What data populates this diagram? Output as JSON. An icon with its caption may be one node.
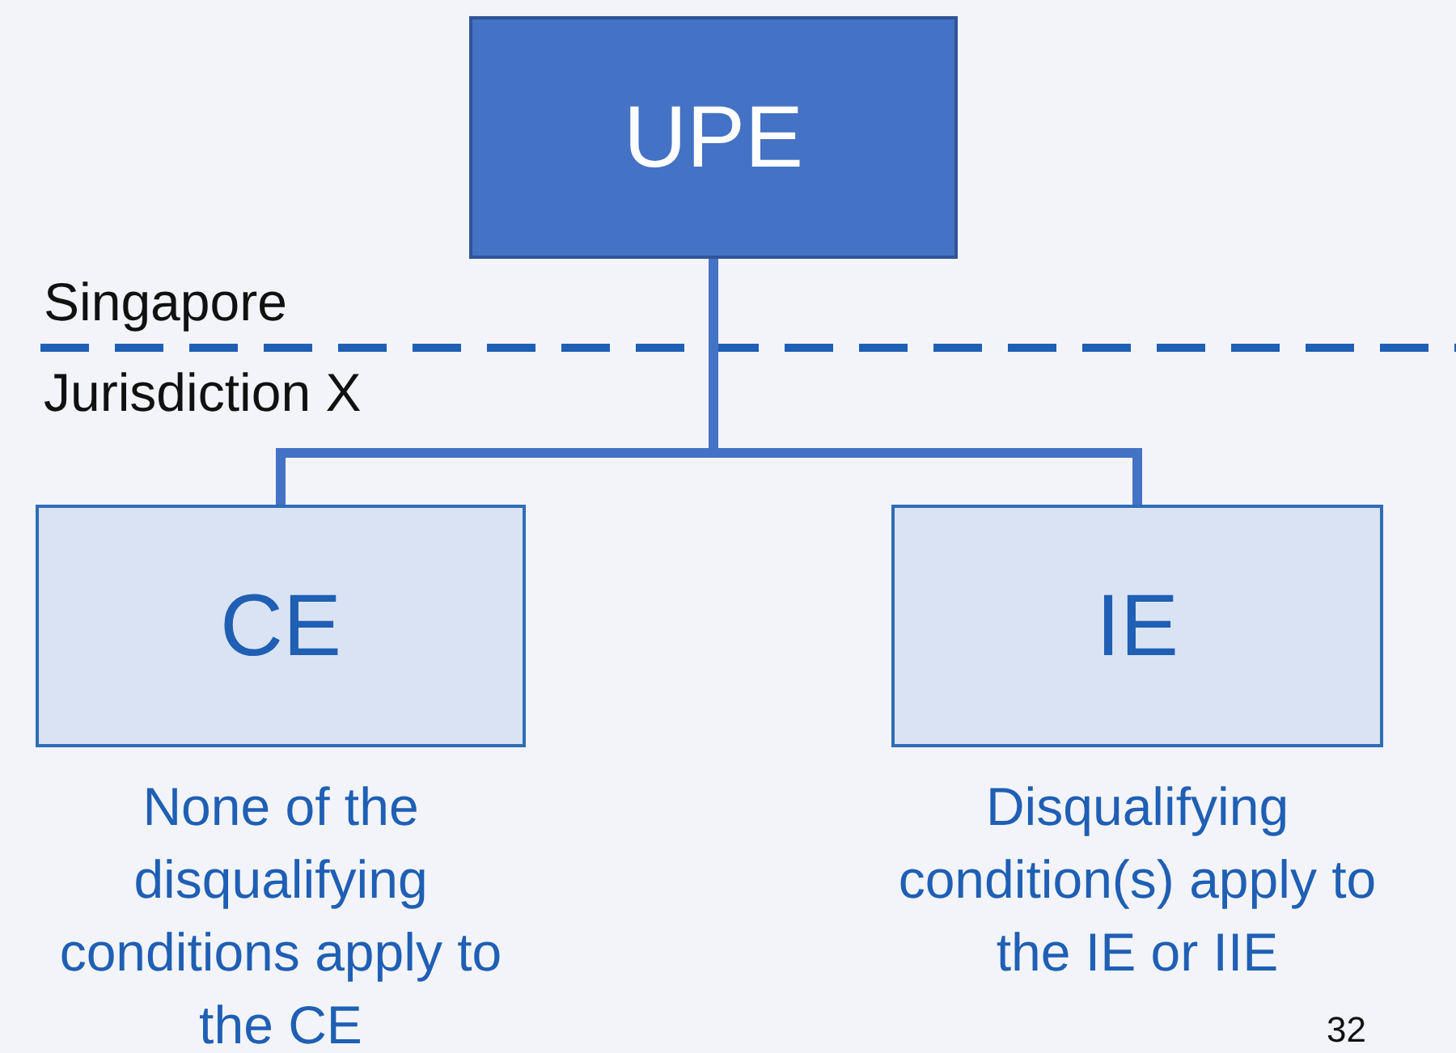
{
  "diagram": {
    "nodes": [
      {
        "text": [
          "UPE"
        ]
      },
      {
        "text": [
          "CE"
        ],
        "beside": [
          "None of the disqualifying conditions apply to the CE"
        ]
      },
      {
        "text": [
          "IE"
        ],
        "beside": [
          "Disqualifying condition(s) apply to the IE or IIE"
        ]
      }
    ],
    "edges": [
      {
        "from": 0,
        "to": 1,
        "arrow": "none"
      },
      {
        "from": 0,
        "to": 2,
        "arrow": "none"
      }
    ],
    "labels": [
      "Singapore",
      "Jurisdiction X",
      "32"
    ]
  }
}
